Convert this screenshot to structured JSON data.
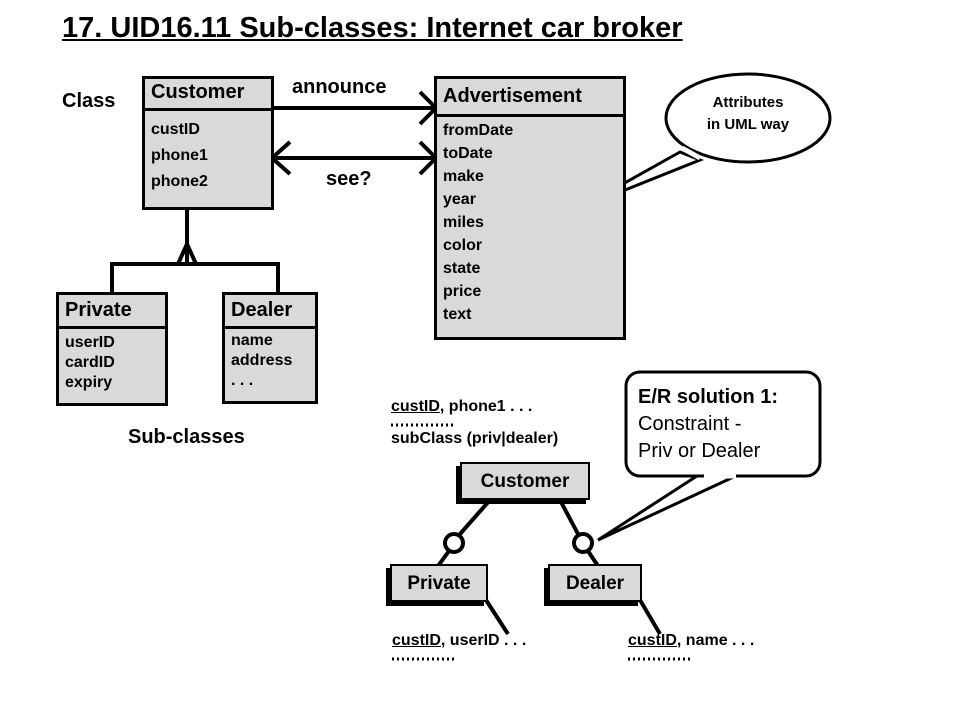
{
  "title": "17. UID16.11   Sub-classes: Internet car broker",
  "labels": {
    "class": "Class",
    "announce": "announce",
    "see": "see?",
    "subclasses": "Sub-classes"
  },
  "customer": {
    "name": "Customer",
    "attributes": [
      "custID",
      "phone1",
      "phone2"
    ]
  },
  "advertisement": {
    "name": "Advertisement",
    "attributes": [
      "fromDate",
      "toDate",
      "make",
      "year",
      "miles",
      "color",
      "state",
      "price",
      "text"
    ]
  },
  "private": {
    "name": "Private",
    "attributes": [
      "userID",
      "cardID",
      "expiry"
    ]
  },
  "dealer": {
    "name": "Dealer",
    "attributes": [
      "name",
      "address",
      ". . ."
    ]
  },
  "bubble_uml": {
    "line1": "Attributes",
    "line2": "in UML way"
  },
  "er": {
    "customer_keys_key": "custID",
    "customer_keys_rest": ", phone1 . . .",
    "customer_subclass": "subClass (priv|dealer)",
    "customer": "Customer",
    "private": "Private",
    "dealer": "Dealer",
    "private_keys_key": "custID",
    "private_keys_rest": ", userID . . .",
    "dealer_keys_key": "custID",
    "dealer_keys_rest": ", name . . ."
  },
  "note_er": {
    "heading": "E/R solution 1:",
    "line1": "Constraint -",
    "line2": "Priv or Dealer"
  }
}
